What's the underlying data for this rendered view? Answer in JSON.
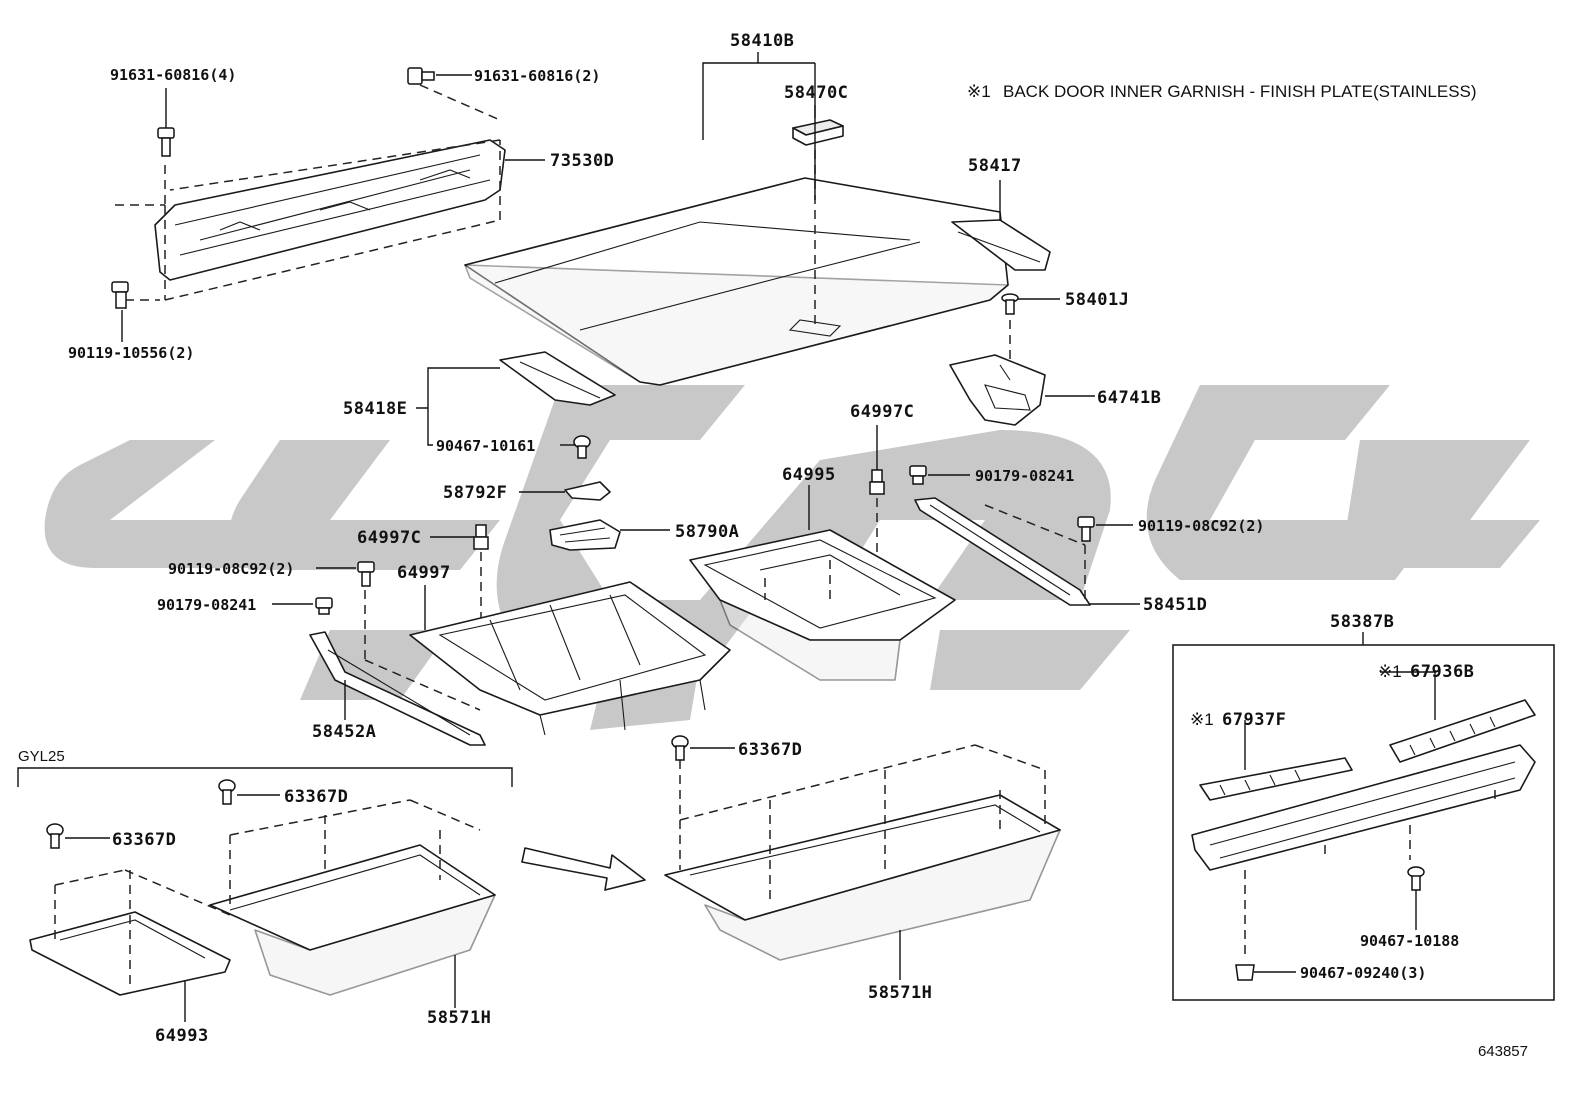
{
  "diagram_id": "643857",
  "note": {
    "symbol": "※1",
    "text": "BACK DOOR INNER GARNISH - FINISH PLATE(STAINLESS)"
  },
  "group_label": "GYL25",
  "colors": {
    "watermark": "#c8c8c8",
    "line": "#1a1a1a",
    "background": "#ffffff"
  },
  "labels": {
    "p58410B": "58410B",
    "p58470C": "58470C",
    "p91631_4": "91631-60816(4)",
    "p91631_2": "91631-60816(2)",
    "p73530D": "73530D",
    "p90119_10556": "90119-10556(2)",
    "p58417": "58417",
    "p58401J": "58401J",
    "p64741B": "64741B",
    "p58418E": "58418E",
    "p90467_10161": "90467-10161",
    "p64997C_a": "64997C",
    "p64995": "64995",
    "p90179_08241_a": "90179-08241",
    "p58792F": "58792F",
    "p58790A": "58790A",
    "p64997C_b": "64997C",
    "p90119_08C92_a": "90119-08C92(2)",
    "p90119_08C92_b": "90119-08C92(2)",
    "p64997": "64997",
    "p90179_08241_b": "90179-08241",
    "p58451D": "58451D",
    "p58452A": "58452A",
    "p58387B": "58387B",
    "p67936B": "67936B",
    "p67937F": "67937F",
    "p63367D_a": "63367D",
    "p63367D_b": "63367D",
    "p63367D_c": "63367D",
    "p90467_10188": "90467-10188",
    "p90467_09240": "90467-09240(3)",
    "p64993": "64993",
    "p58571H_a": "58571H",
    "p58571H_b": "58571H"
  },
  "note_marks": {
    "m67936B": "※1",
    "m67937F": "※1"
  }
}
